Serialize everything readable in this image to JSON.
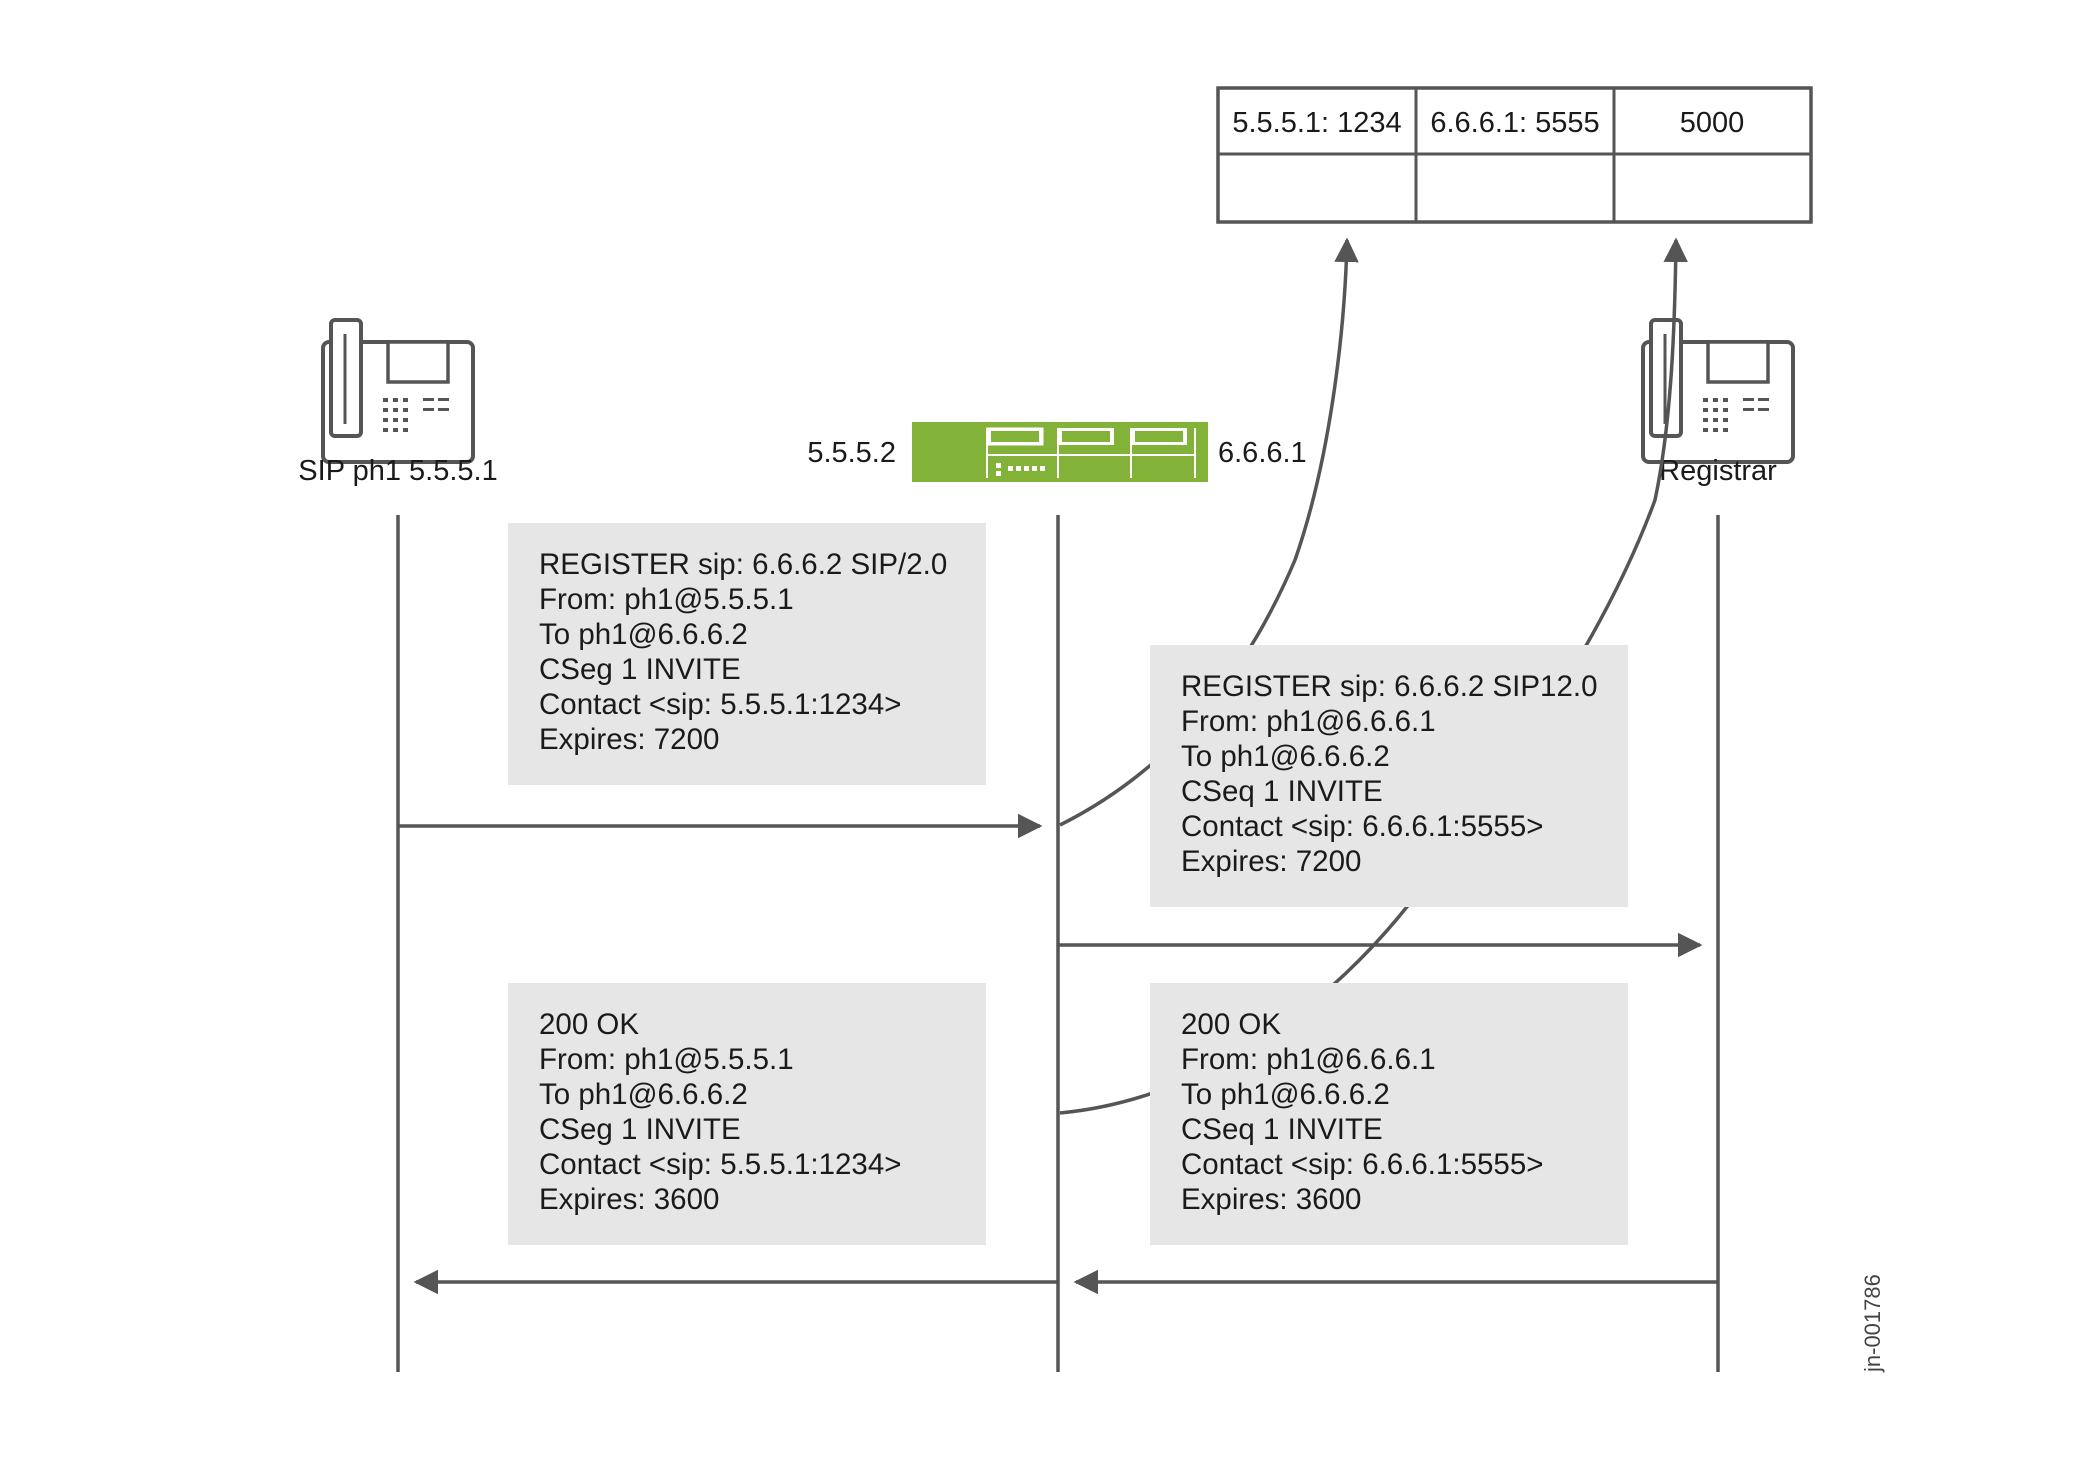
{
  "nodes": {
    "phone_left_label": "SIP ph1 5.5.5.1",
    "firewall_left_ip": "5.5.5.2",
    "firewall_right_ip": "6.6.6.1",
    "phone_right_label": "Registrar"
  },
  "nat_table": {
    "rows": [
      [
        "5.5.5.1: 1234",
        "6.6.6.1: 5555",
        "5000"
      ],
      [
        "",
        "",
        ""
      ]
    ]
  },
  "messages": {
    "register_in": [
      "REGISTER sip: 6.6.6.2 SIP/2.0",
      "From: ph1@5.5.5.1",
      "To ph1@6.6.6.2",
      "CSeg 1 INVITE",
      "Contact <sip:  5.5.5.1:1234>",
      "Expires: 7200"
    ],
    "register_out": [
      "REGISTER sip: 6.6.6.2 SIP12.0",
      "From: ph1@6.6.6.1",
      "To ph1@6.6.6.2",
      "CSeq 1 INVITE",
      "Contact <sip: 6.6.6.1:5555>",
      "Expires: 7200"
    ],
    "ok_out": [
      "200 OK",
      "From: ph1@5.5.5.1",
      "To ph1@6.6.6.2",
      "CSeg 1 INVITE",
      "Contact <sip: 5.5.5.1:1234>",
      "Expires: 3600"
    ],
    "ok_in": [
      "200 OK",
      "From: ph1@6.6.6.1",
      "To ph1@6.6.6.2",
      "CSeq 1 INVITE",
      "Contact <sip: 6.6.6.1:5555>",
      "Expires: 3600"
    ]
  },
  "figure_id": "jn-001786",
  "colors": {
    "line": "#555555",
    "box": "#e6e6e6",
    "device": "#82b237",
    "table_border": "#555555"
  }
}
